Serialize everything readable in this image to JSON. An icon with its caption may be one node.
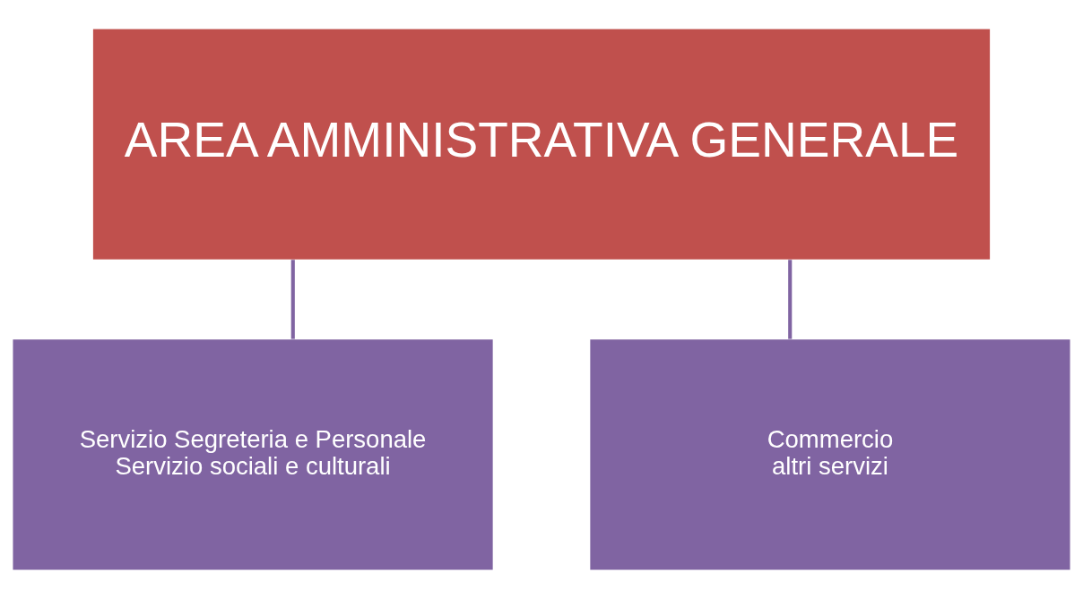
{
  "diagram": {
    "nodes": [
      {
        "text": [
          "AREA AMMINISTRATIVA GENERALE"
        ]
      },
      {
        "text": [
          "Servizio Segreteria e Personale",
          "Servizio sociali e culturali"
        ]
      },
      {
        "text": [
          "Commercio",
          "altri servizi"
        ]
      }
    ],
    "edges": [
      {
        "from": 0,
        "to": 1,
        "arrow": "none"
      },
      {
        "from": 0,
        "to": 2,
        "arrow": "none"
      }
    ]
  }
}
